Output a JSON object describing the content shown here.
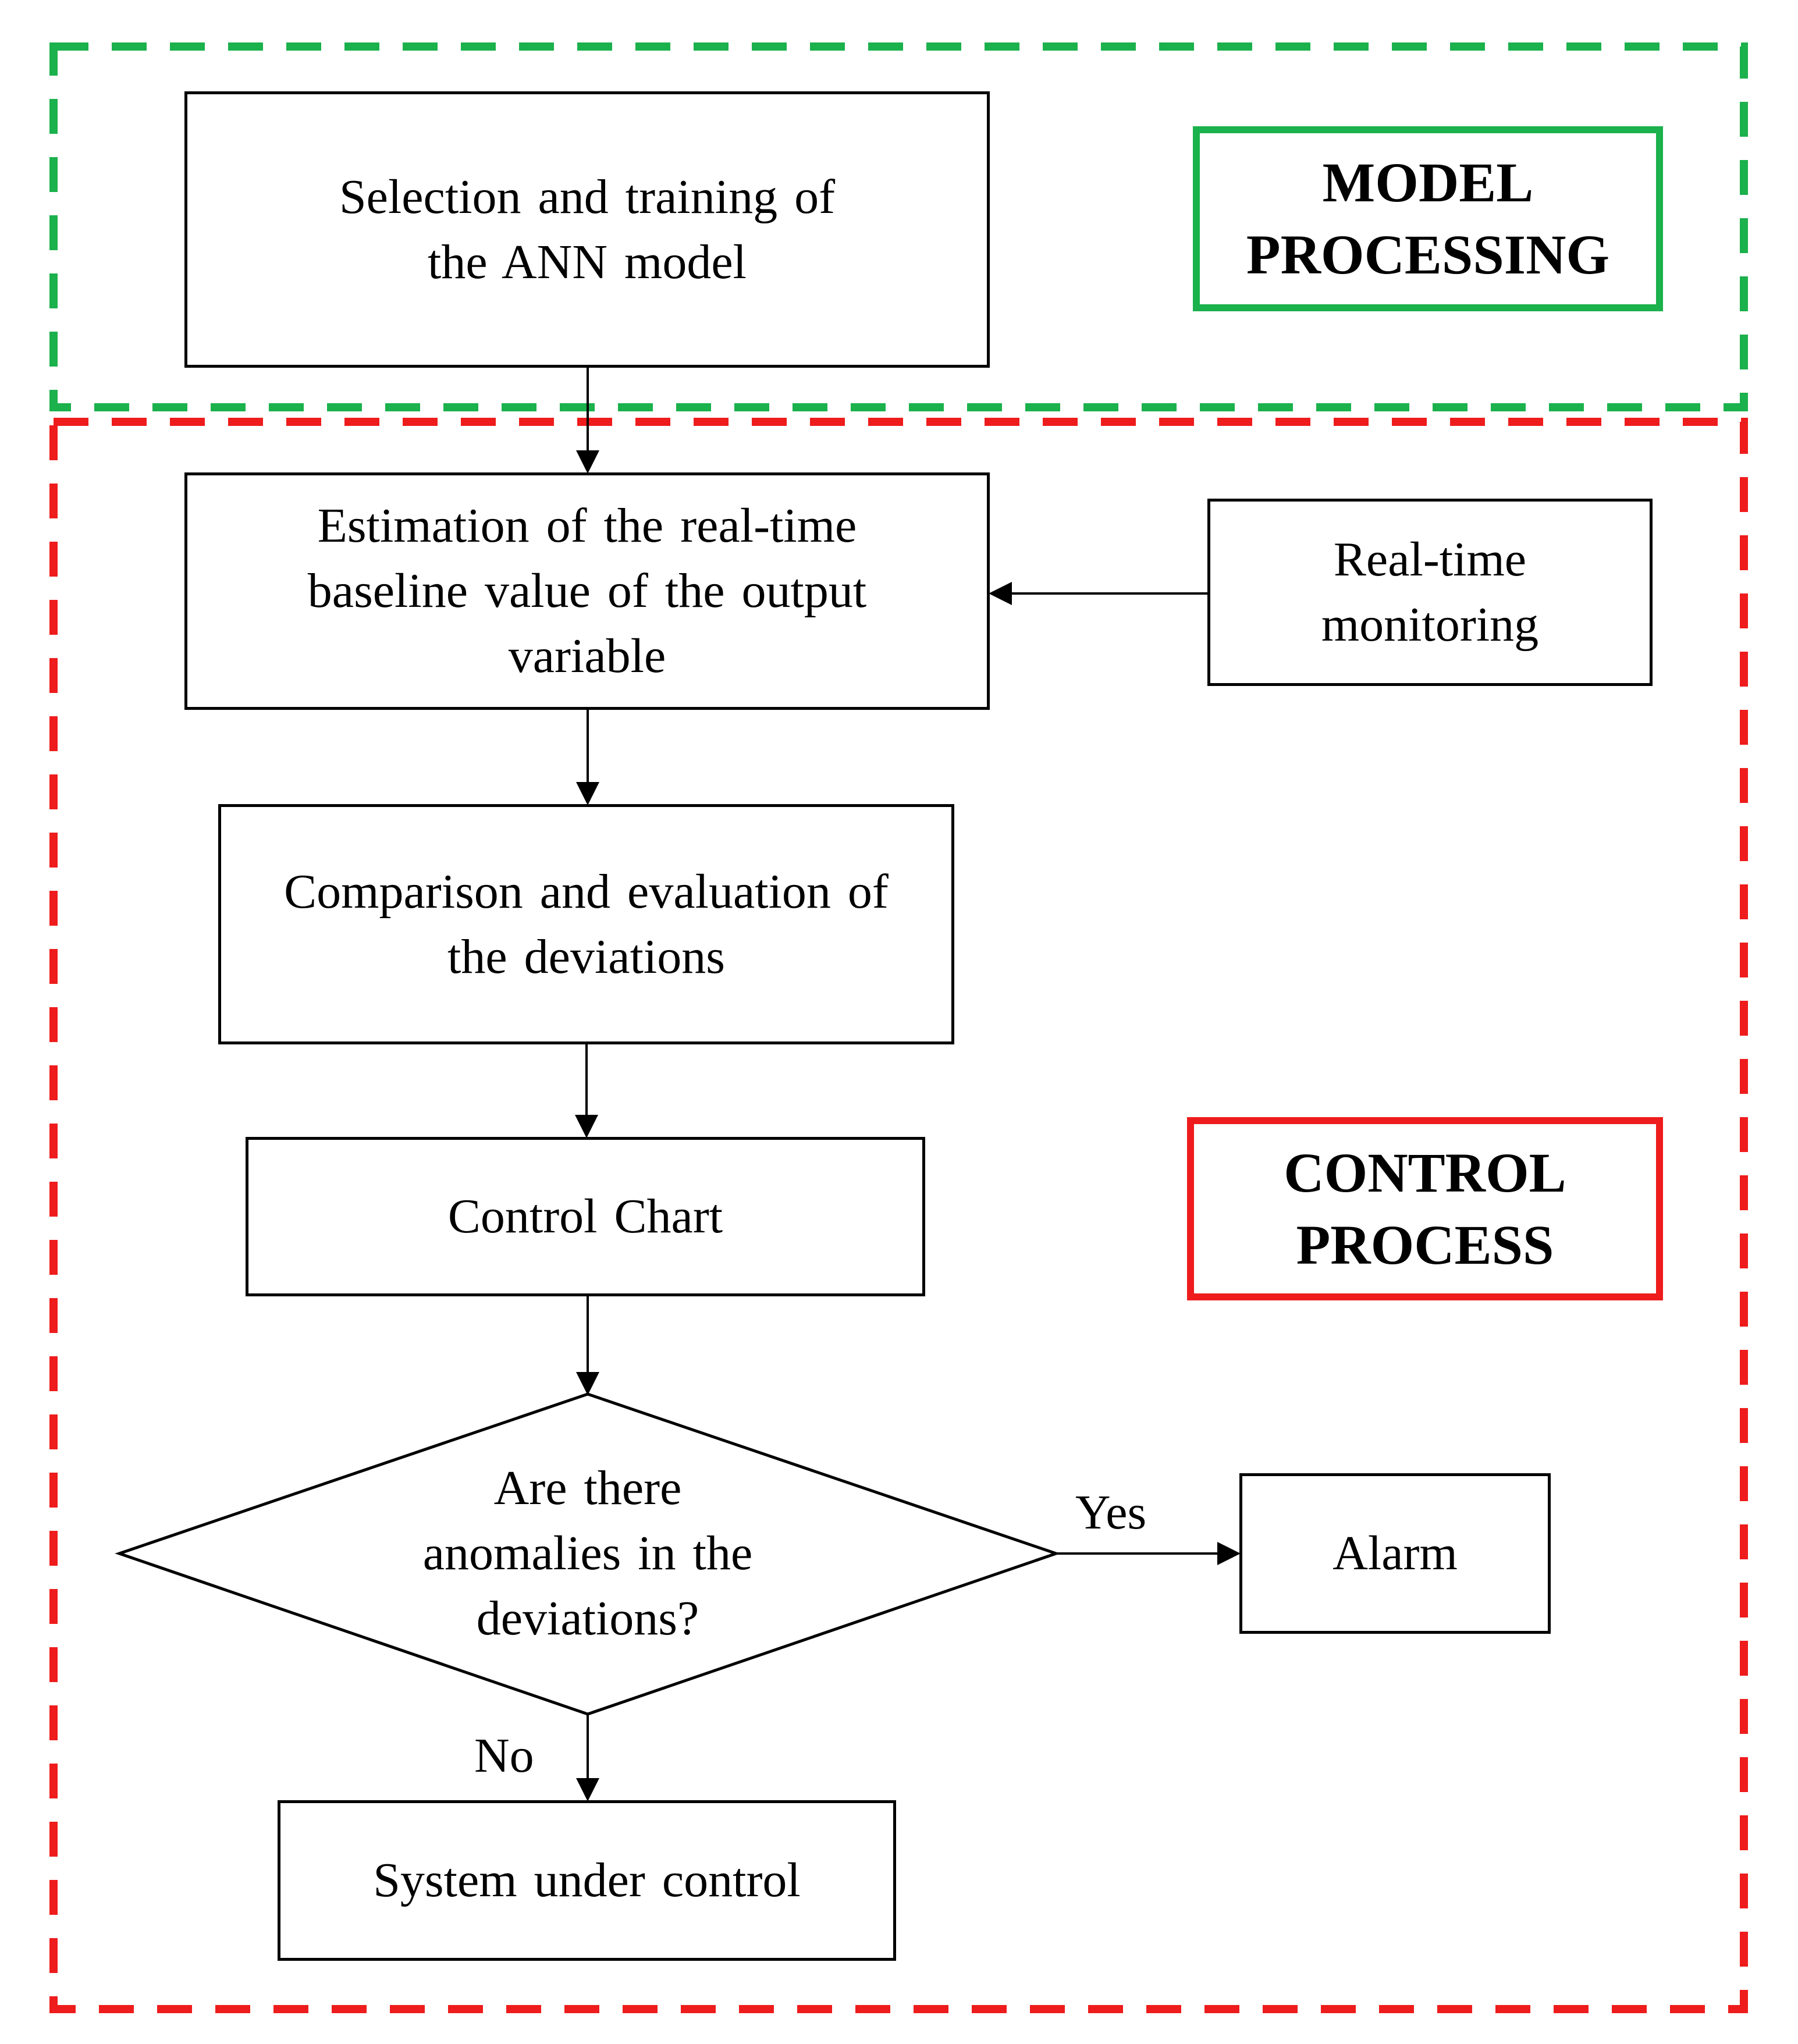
{
  "colors": {
    "model_section": "#1bb14c",
    "control_section": "#ee1c1c",
    "lines": "#000000"
  },
  "sections": {
    "model": {
      "title": "MODEL\nPROCESSING"
    },
    "control": {
      "title": "CONTROL\nPROCESS"
    }
  },
  "nodes": {
    "selection": "Selection and training of\nthe ANN model",
    "estimation": "Estimation of the real-time\nbaseline value of the output\nvariable",
    "monitoring": "Real-time\nmonitoring",
    "comparison": "Comparison and evaluation of\nthe deviations",
    "control_chart": "Control Chart",
    "decision": "Are there\nanomalies in the\ndeviations?",
    "alarm": "Alarm",
    "under_control": "System under control"
  },
  "edge_labels": {
    "yes": "Yes",
    "no": "No"
  }
}
